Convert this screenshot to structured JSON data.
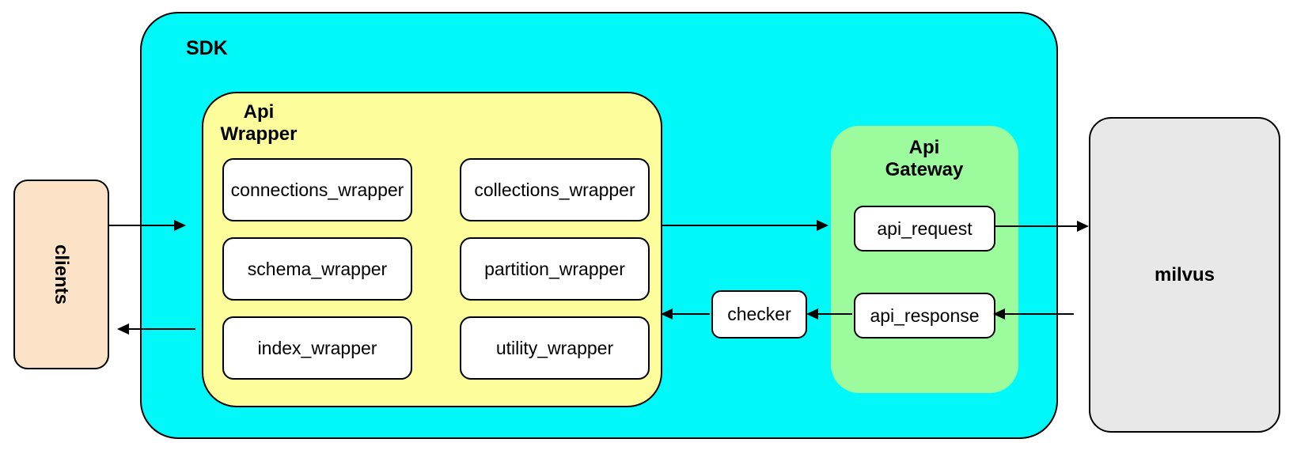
{
  "diagram": {
    "clients": {
      "label": "clients"
    },
    "sdk": {
      "label": "SDK",
      "api_wrapper": {
        "label_line1": "Api",
        "label_line2": "Wrapper",
        "modules": [
          {
            "label": "connections_wrapper"
          },
          {
            "label": "collections_wrapper"
          },
          {
            "label": "schema_wrapper"
          },
          {
            "label": "partition_wrapper"
          },
          {
            "label": "index_wrapper"
          },
          {
            "label": "utility_wrapper"
          }
        ]
      },
      "checker": {
        "label": "checker"
      },
      "api_gateway": {
        "label_line1": "Api",
        "label_line2": "Gateway",
        "nodes": [
          {
            "label": "api_request"
          },
          {
            "label": "api_response"
          }
        ]
      }
    },
    "milvus": {
      "label": "milvus"
    },
    "edges": [
      {
        "from": "clients",
        "to": "sdk"
      },
      {
        "from": "sdk",
        "to": "clients"
      },
      {
        "from": "api_wrapper",
        "to": "api_gateway"
      },
      {
        "from": "api_request",
        "to": "milvus"
      },
      {
        "from": "milvus",
        "to": "api_response"
      },
      {
        "from": "api_response",
        "to": "checker"
      },
      {
        "from": "checker",
        "to": "api_wrapper"
      }
    ],
    "colors": {
      "sdk_fill": "#00F8F8",
      "api_wrapper_fill": "#FDFD9C",
      "api_gateway_fill": "#9CFB9C",
      "clients_fill": "#FCE2C6",
      "milvus_fill": "#E8E8E8",
      "node_fill": "#FFFFFF",
      "border": "#000000"
    }
  }
}
